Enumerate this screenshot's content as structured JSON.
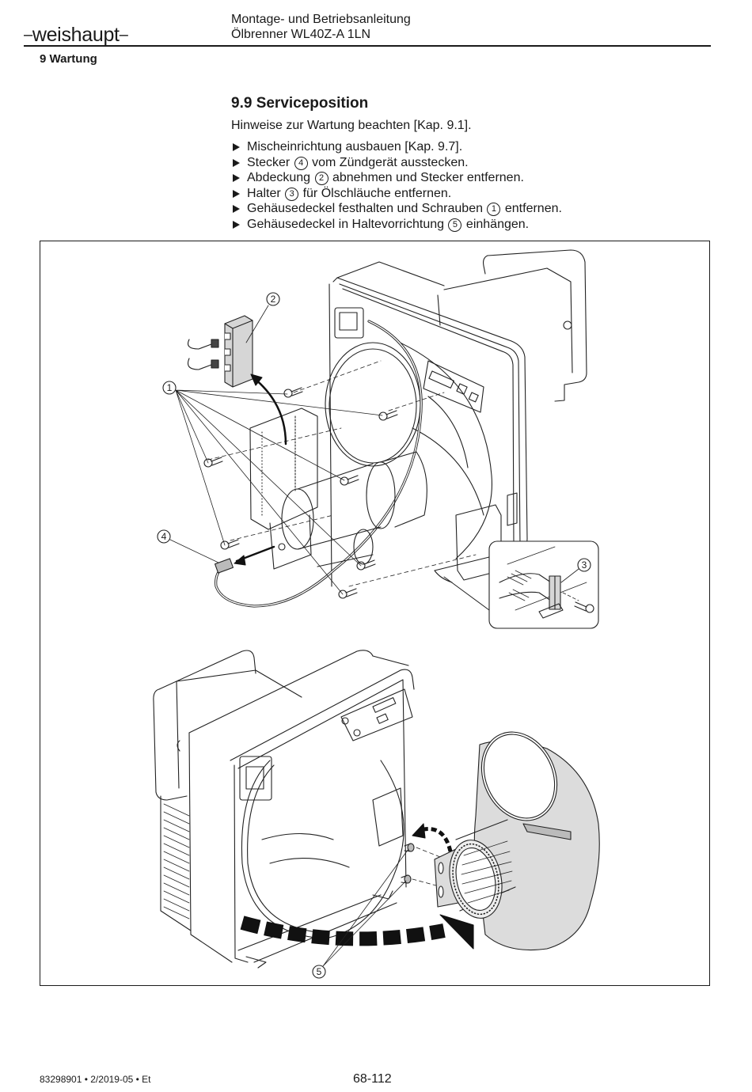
{
  "header": {
    "brand": "weishaupt",
    "doc_title_line1": "Montage- und Betriebsanleitung",
    "doc_title_line2": "Ölbrenner WL40Z-A 1LN",
    "chapter": "9 Wartung"
  },
  "section": {
    "title": "9.9 Serviceposition",
    "intro": "Hinweise zur Wartung beachten [Kap. 9.1].",
    "steps": [
      {
        "before": "Mischeinrichtung ausbauen [Kap. 9.7].",
        "num": "",
        "after": ""
      },
      {
        "before": "Stecker ",
        "num": "4",
        "after": " vom Zündgerät ausstecken."
      },
      {
        "before": "Abdeckung ",
        "num": "2",
        "after": " abnehmen und Stecker entfernen."
      },
      {
        "before": "Halter ",
        "num": "3",
        "after": " für Ölschläuche entfernen."
      },
      {
        "before": "Gehäusedeckel festhalten und Schrauben ",
        "num": "1",
        "after": " entfernen."
      },
      {
        "before": "Gehäusedeckel in Haltevorrichtung ",
        "num": "5",
        "after": " einhängen."
      }
    ]
  },
  "figure": {
    "callouts": [
      {
        "id": "1",
        "label": "Schrauben"
      },
      {
        "id": "2",
        "label": "Abdeckung"
      },
      {
        "id": "3",
        "label": "Halter"
      },
      {
        "id": "4",
        "label": "Stecker"
      },
      {
        "id": "5",
        "label": "Haltevorrichtung"
      }
    ]
  },
  "footer": {
    "doc_code": "83298901 • 2/2019-05 • Et",
    "page": "68-112"
  }
}
